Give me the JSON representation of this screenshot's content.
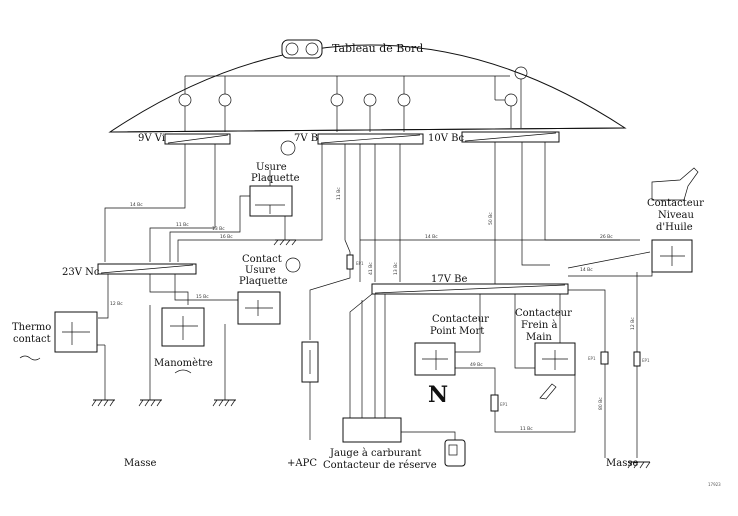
{
  "labels": {
    "tableau": "Tableau de Bord",
    "conn_9v": "9V Vi",
    "conn_7v": "7V B",
    "conn_10v": "10V Bc",
    "conn_23v": "23V Nc",
    "conn_17v": "17V Be",
    "usure_1": "Usure",
    "usure_2": "Plaquette",
    "contact_1": "Contact",
    "contact_2": "Usure",
    "contact_3": "Plaquette",
    "niveau_1": "Contacteur",
    "niveau_2": "Niveau",
    "niveau_3": "d'Huile",
    "thermo_1": "Thermo",
    "thermo_2": "contact",
    "manometre": "Manomètre",
    "pointmort_1": "Contacteur",
    "pointmort_2": "Point Mort",
    "frein_1": "Contacteur",
    "frein_2": "Frein à",
    "frein_3": "Main",
    "jauge_1": "Jauge à carburant",
    "jauge_2": "Contacteur de réserve",
    "masse_left": "Masse",
    "apc": "+APC",
    "masse_right": "Masse",
    "fuse_label": "EP1",
    "fuse_label2": "EP1",
    "neutral": "N",
    "ref": "17923"
  },
  "wires": {
    "w1": "14 Bc",
    "w2": "11 Bc",
    "w3": "13 Bc",
    "w4": "16 Bc",
    "w5": "12 Bc",
    "w6": "15 Bc",
    "w7": "11 Bc",
    "w8": "14 Bc",
    "w9": "41 Bc",
    "w10": "13 Bc",
    "w11": "50 Bc",
    "w12": "26 Bc",
    "w13": "14 Bc",
    "w14": "12 Bc",
    "w15": "80 Bc",
    "w16": "49 Bc",
    "w17": "11 Bc"
  }
}
